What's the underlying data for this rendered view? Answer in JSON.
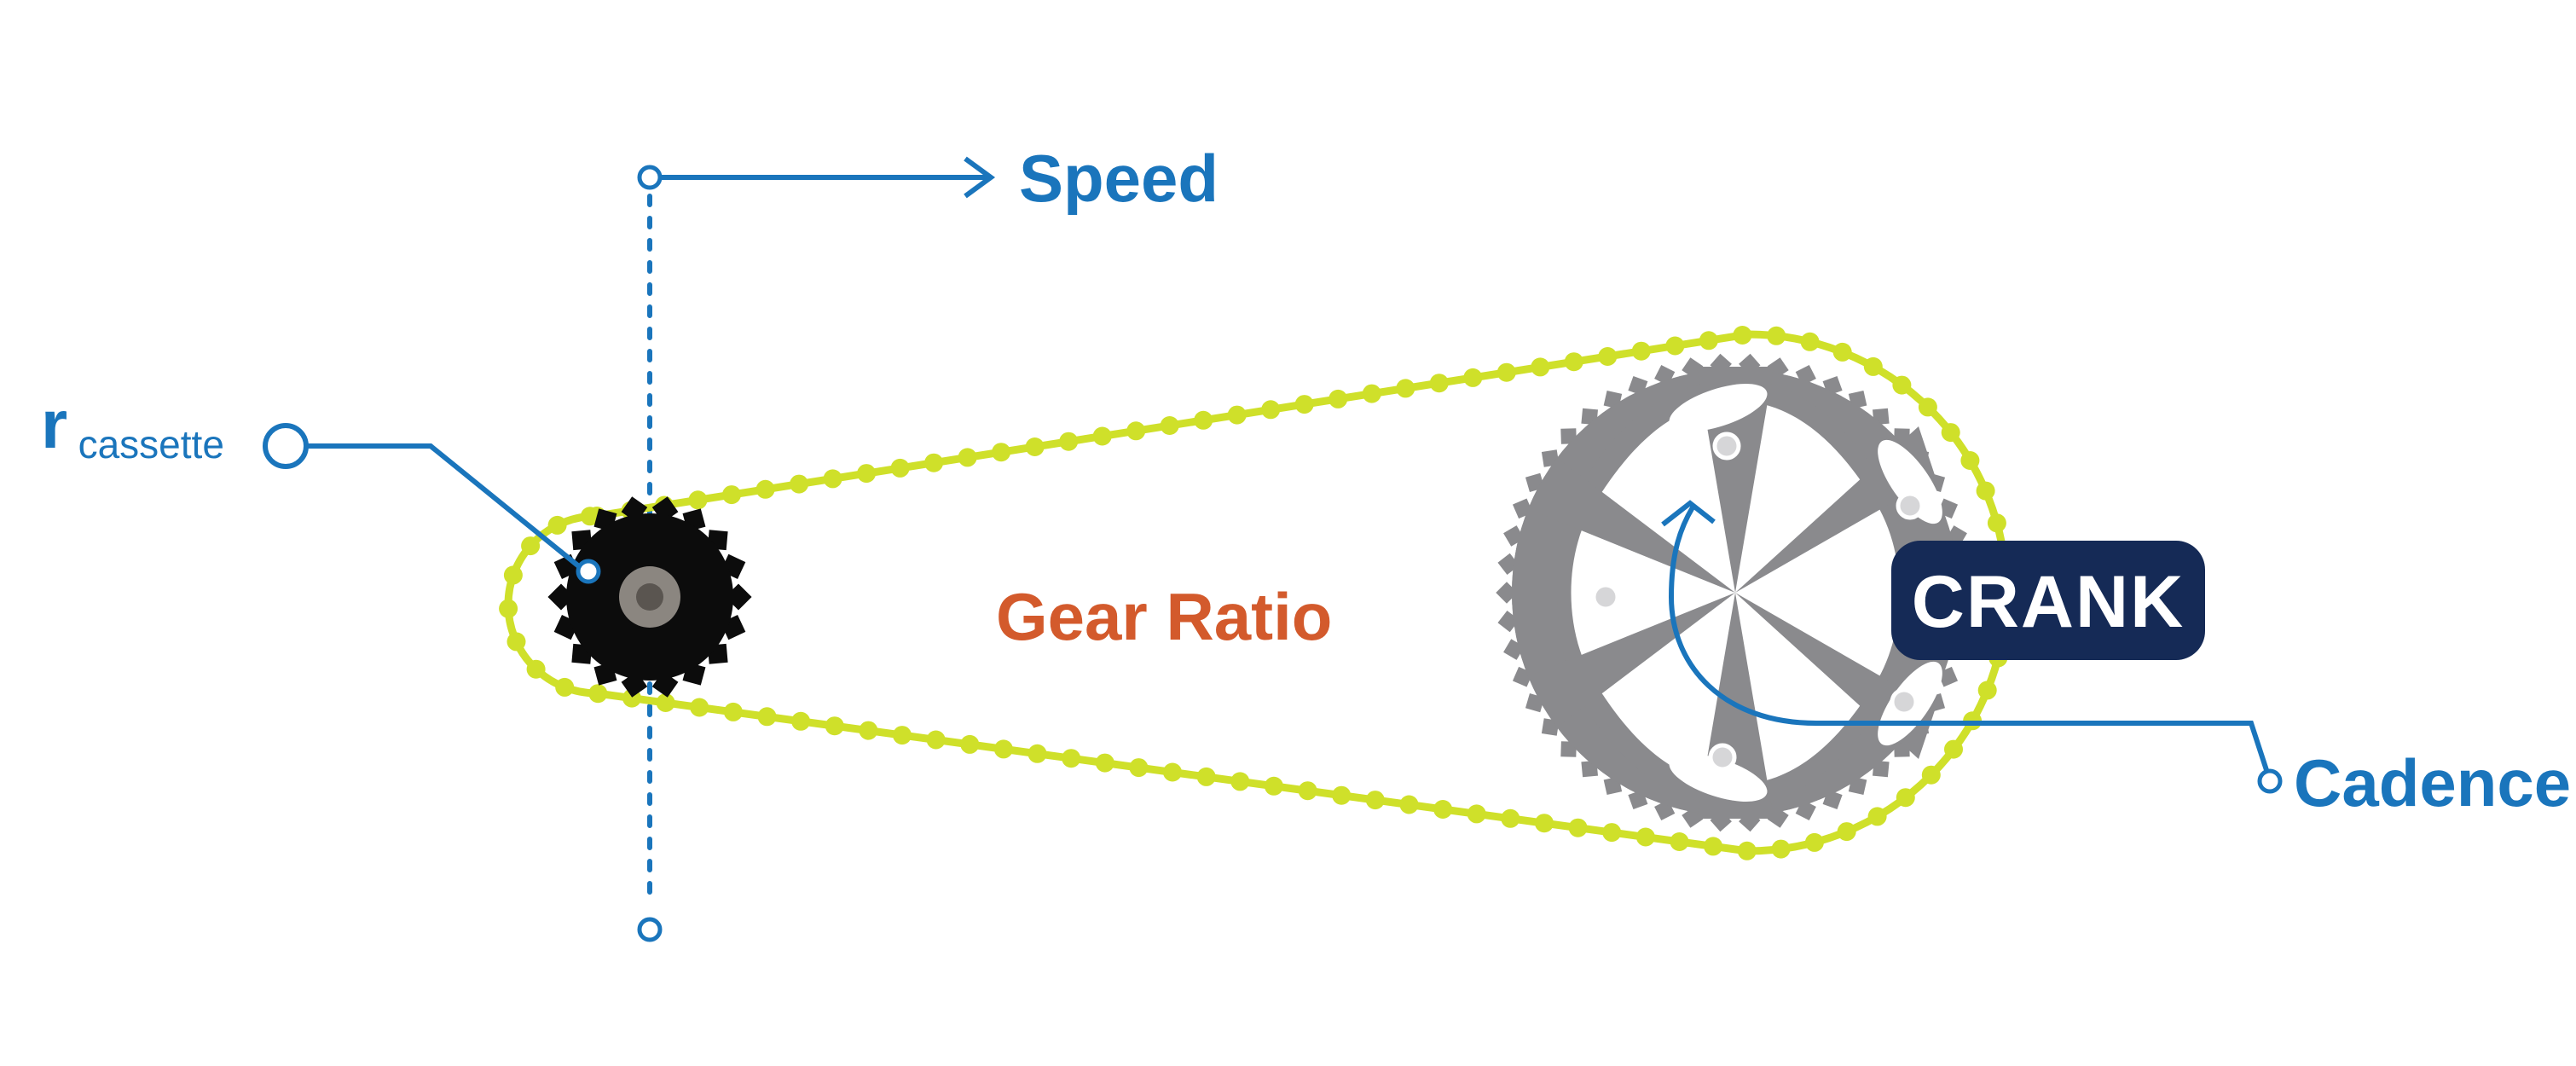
{
  "labels": {
    "speed": "Speed",
    "gear_ratio": "Gear Ratio",
    "crank": "CRANK",
    "cadence": "Cadence",
    "radius_main": "r",
    "radius_sub": "cassette"
  },
  "colors": {
    "accent_blue": "#1a75bc",
    "ratio_orange": "#d35a2c",
    "chain_yellow": "#cfe02a",
    "chainring_gray": "#8a8a8d",
    "cog_black": "#0c0c0c",
    "crank_badge": "#152a56"
  },
  "icons": {
    "cassette": "cassette-cog-icon",
    "chainring": "chainring-icon",
    "chain": "chain-icon",
    "rotation": "rotation-arrow-icon"
  }
}
